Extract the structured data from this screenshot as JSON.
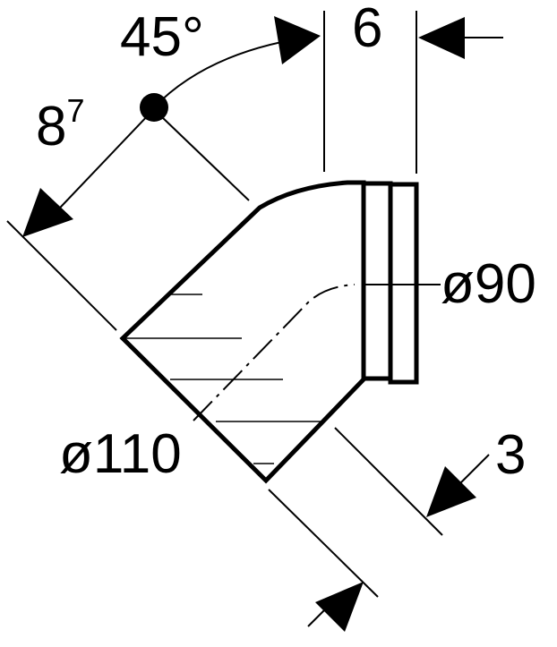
{
  "labels": {
    "angle": "45°",
    "radius_base": "8",
    "radius_sup": "7",
    "insertion_depth": "6",
    "outlet_diameter": "ø90",
    "inlet_diameter": "ø110",
    "inlet_offset": "3"
  },
  "colors": {
    "line": "#000000",
    "background": "#ffffff"
  }
}
